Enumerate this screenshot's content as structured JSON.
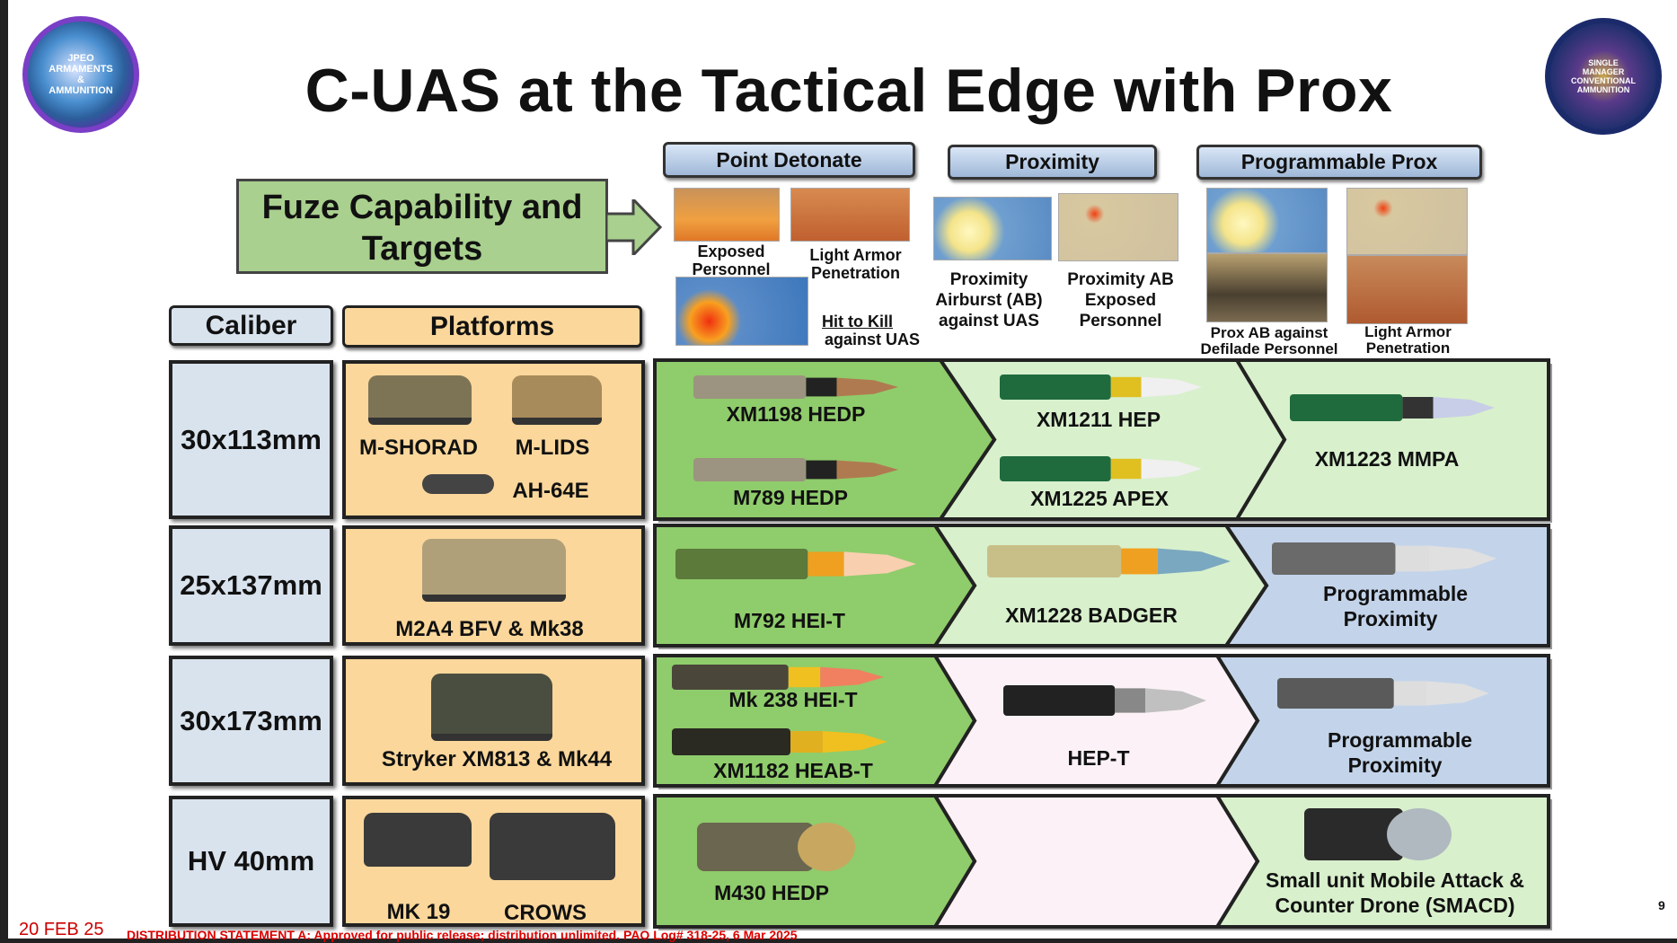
{
  "title": "C-UAS at the Tactical Edge with Prox",
  "logos": {
    "left": "JPEO ARMAMENTS & AMMUNITION",
    "right": "SINGLE MANAGER CONVENTIONAL AMMUNITION"
  },
  "fuze_box": "Fuze Capability and Targets",
  "fuze_headers": [
    "Point Detonate",
    "Proximity",
    "Programmable Prox"
  ],
  "targets": {
    "point_detonate": [
      "Exposed Personnel",
      "Light Armor Penetration",
      "Hit to Kill",
      "against UAS"
    ],
    "proximity": [
      "Proximity Airburst (AB) against UAS",
      "Proximity AB Exposed Personnel"
    ],
    "programmable": [
      "Prox AB against Defilade Personnel",
      "Light Armor Penetration"
    ]
  },
  "column_headers": {
    "caliber": "Caliber",
    "platforms": "Platforms"
  },
  "rows": [
    {
      "caliber": "30x113mm",
      "platforms": [
        "M-SHORAD",
        "M-LIDS",
        "AH-64E"
      ],
      "ammo": [
        "XM1198 HEDP",
        "M789 HEDP",
        "XM1211 HEP",
        "XM1225 APEX",
        "XM1223 MMPA"
      ]
    },
    {
      "caliber": "25x137mm",
      "platforms": [
        "M2A4 BFV & Mk38"
      ],
      "ammo": [
        "M792 HEI-T",
        "XM1228 BADGER",
        "Programmable Proximity"
      ]
    },
    {
      "caliber": "30x173mm",
      "platforms": [
        "Stryker XM813 & Mk44"
      ],
      "ammo": [
        "Mk 238 HEI-T",
        "XM1182 HEAB-T",
        "HEP-T",
        "Programmable Proximity"
      ]
    },
    {
      "caliber": "HV 40mm",
      "platforms": [
        "MK 19",
        "CROWS"
      ],
      "ammo": [
        "M430 HEDP",
        "Small unit Mobile Attack & Counter Drone (SMACD)"
      ]
    }
  ],
  "colors": {
    "pd_green": "#8fcc6b",
    "light_green": "#d8f0cc",
    "pink": "#fcf1f6",
    "blue": "#c3d4ea"
  },
  "footer": {
    "date": "20 FEB 25",
    "statement": "DISTRIBUTION STATEMENT A: Approved for public release; distribution unlimited. PAO Log# 318-25, 6 Mar 2025",
    "page": "9"
  }
}
